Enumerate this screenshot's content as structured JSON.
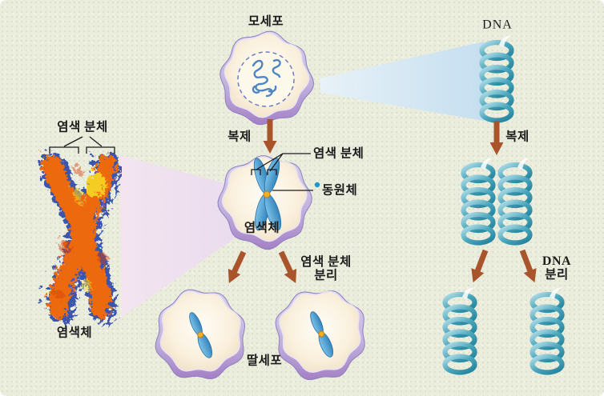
{
  "labels": {
    "mother_cell": "모세포",
    "dna": "DNA",
    "replicate": "복제",
    "replicate_dna": "복제",
    "chromatid_photo": "염색 분체",
    "chromatid_cell": "염색 분체",
    "centromere": "동원체",
    "chromosome_cell": "염색체",
    "chromosome_photo": "염색체",
    "chromatid_separation": [
      "염색 분체",
      "분리"
    ],
    "daughter_cell": "딸세포",
    "dna_separation": [
      "DNA",
      "분리"
    ]
  },
  "colors": {
    "background": "#eaecdc",
    "arrow": "#a9542b",
    "chromosome_fill": "#4a9fd8",
    "chromosome_outline": "#2b6da3",
    "centromere_dot": "#f0a822",
    "membrane": "#a480c6",
    "cytoplasm": "#f6e9d0",
    "nucleus_outline": "#6f7cc0",
    "chromatin": "#4d85c4",
    "helix": "#2e8ba3",
    "beam_blue": "#c3def1",
    "beam_pink": "#eee0ed",
    "label_text": "#1c1c1c",
    "photo_fringe": "#3a55ae",
    "photo_body": "#ec6a10",
    "photo_highlight": "#f6d322"
  }
}
